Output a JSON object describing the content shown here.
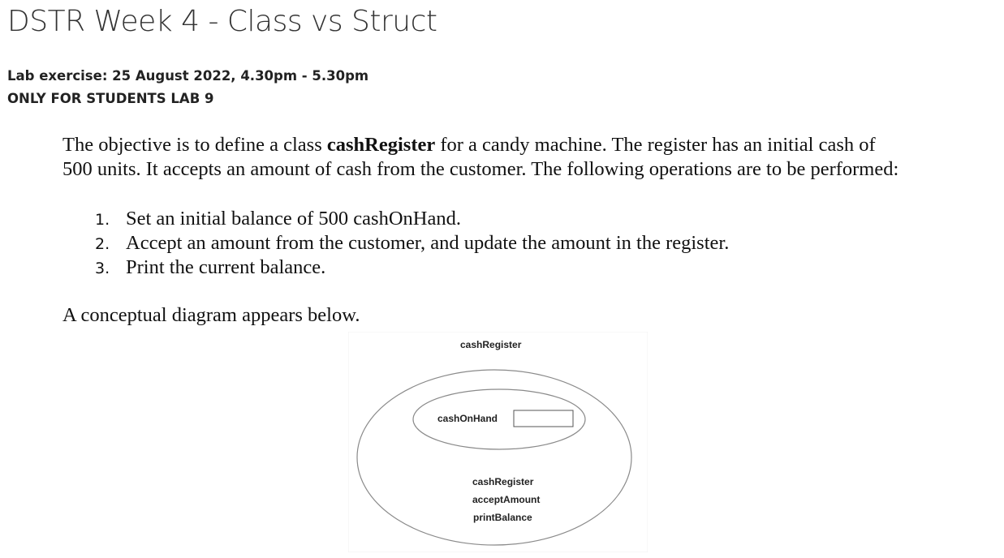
{
  "header": {
    "title": "DSTR Week 4 - Class vs Struct",
    "lab_exercise": "Lab exercise: 25 August 2022, 4.30pm - 5.30pm",
    "audience": "ONLY FOR STUDENTS LAB 9"
  },
  "content": {
    "intro_before": "The objective is to define a class ",
    "intro_bold": "cashRegister",
    "intro_after": " for a candy machine. The register has an initial cash of",
    "intro_line2": "500 units. It accepts an amount of cash from the customer. The following operations are to be performed:",
    "steps": [
      {
        "num": "1.",
        "text": "Set an initial balance of 500 cashOnHand."
      },
      {
        "num": "2.",
        "text": "Accept an amount from the customer, and update the amount in the register."
      },
      {
        "num": "3.",
        "text": "Print the current balance."
      }
    ],
    "diagram_caption": "A conceptual diagram appears below."
  },
  "diagram": {
    "class_name": "cashRegister",
    "member_variable": "cashOnHand",
    "methods": [
      "cashRegister",
      "acceptAmount",
      "printBalance"
    ]
  }
}
